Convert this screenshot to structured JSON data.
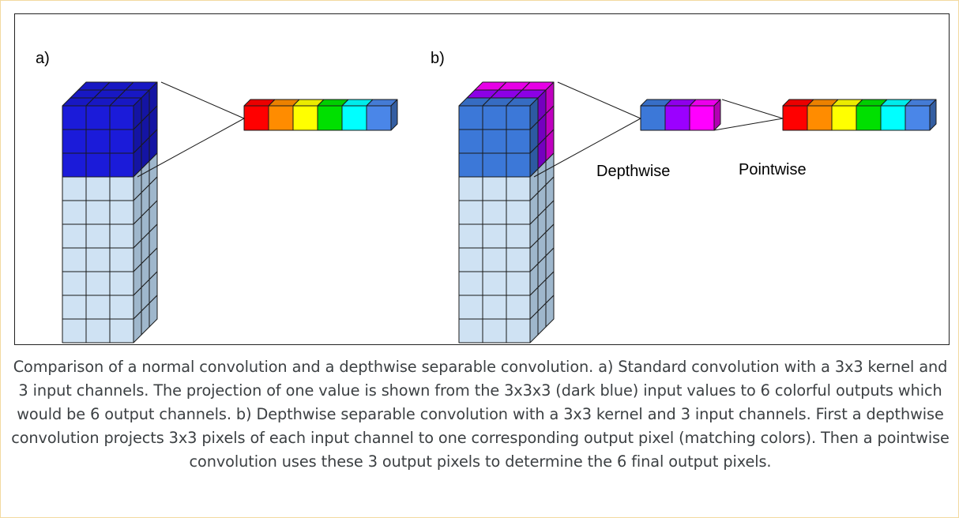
{
  "panels": [
    {
      "label": "a)",
      "kernel_channel_colors": [
        "#1b1bd9",
        "#1b1bd9",
        "#1b1bd9"
      ],
      "output_colors": [
        "#ff0000",
        "#ff8c00",
        "#ffff00",
        "#00e000",
        "#00ffff",
        "#4a86e8"
      ]
    },
    {
      "label": "b)",
      "kernel_channel_colors": [
        "#3c78d8",
        "#9b00ff",
        "#ff00ff"
      ],
      "depthwise_colors": [
        "#3c78d8",
        "#9b00ff",
        "#ff00ff"
      ],
      "depthwise_label": "Depthwise",
      "output_colors": [
        "#ff0000",
        "#ff8c00",
        "#ffff00",
        "#00e000",
        "#00ffff",
        "#4a86e8"
      ],
      "pointwise_label": "Pointwise"
    }
  ],
  "colors": {
    "input_cube": "#cfe2f3",
    "cube_side": "#9fb7cc",
    "grid_line": "#1a1a1a"
  },
  "caption": "Comparison of a normal convolution and a depthwise separable convolution. a) Standard convolution with a 3x3 kernel and 3 input channels. The projection of one value is shown from the 3x3x3 (dark blue) input values to 6 colorful outputs which would be 6 output channels. b) Depthwise separable convolution with a 3x3 kernel and 3 input channels. First a depthwise convolution projects 3x3 pixels of each input channel to one corresponding output pixel (matching colors). Then a pointwise convolution uses these 3 output pixels to determine the 6 final output pixels."
}
